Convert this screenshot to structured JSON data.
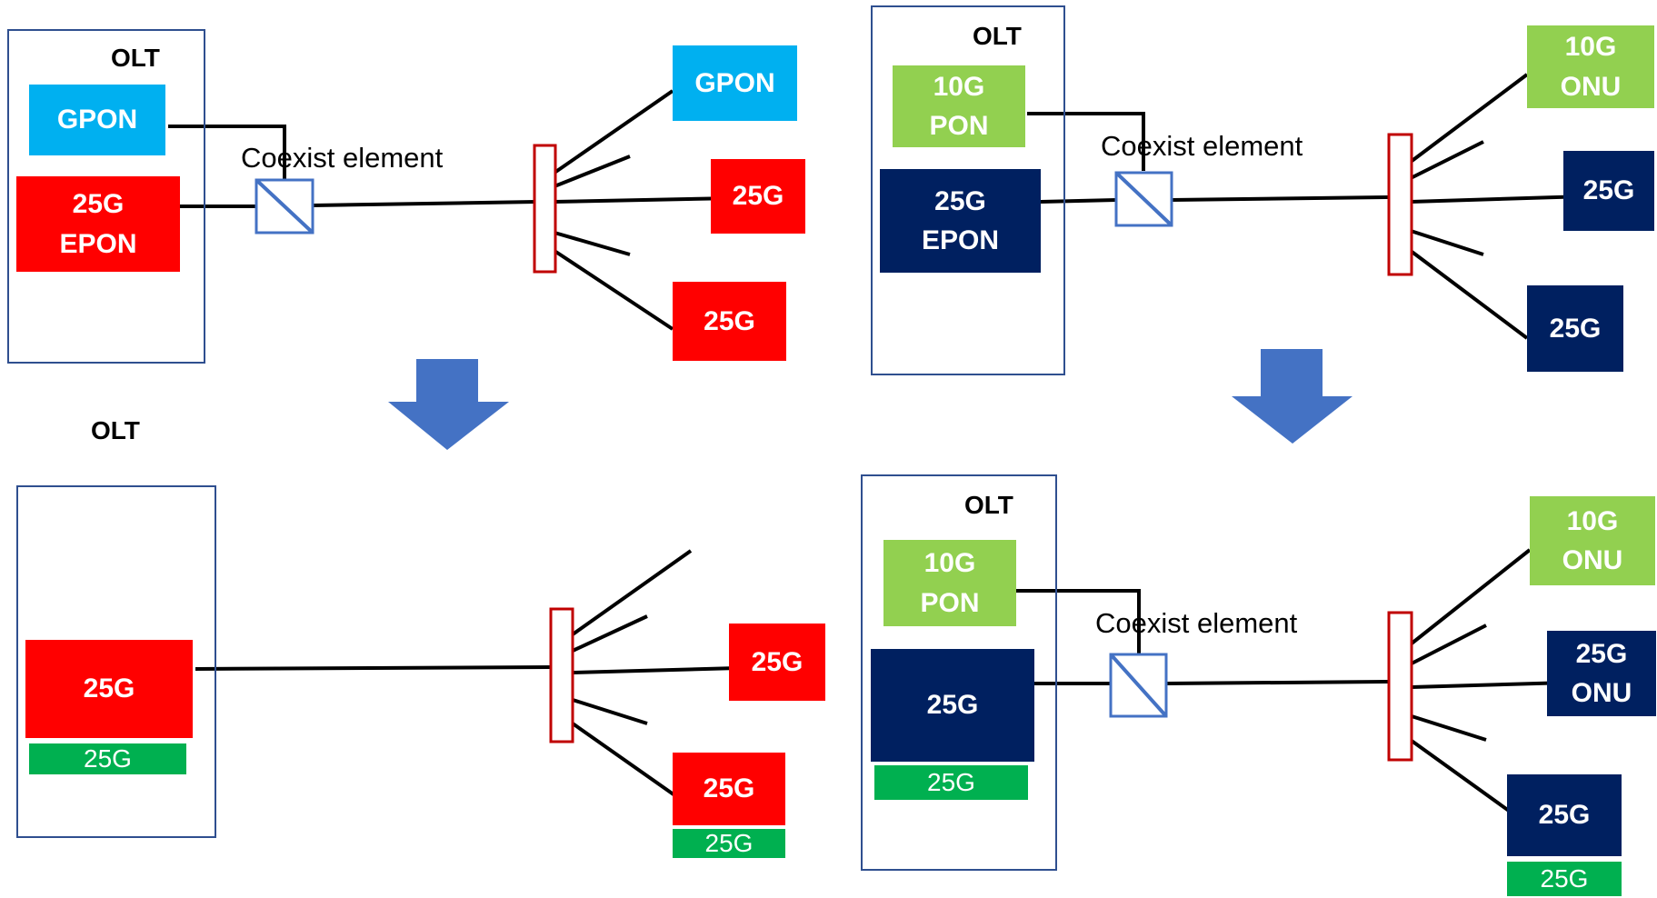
{
  "colors": {
    "gpon": "#00b0f0",
    "epon_25g": "#ff0000",
    "pon_10g": "#92d050",
    "navy_25g": "#002060",
    "green_25g": "#00b050",
    "olt_border": "#2f4f8f",
    "splitter_border": "#c00000",
    "arrow": "#4472c4",
    "fiber": "#000000"
  },
  "panels": {
    "top_left": {
      "olt_label": "OLT",
      "gpon": "GPON",
      "epon": "25G\nEPON",
      "coexist": "Coexist element",
      "onu_gpon": "GPON",
      "onu_25g_a": "25G",
      "onu_25g_b": "25G"
    },
    "top_right": {
      "olt_label": "OLT",
      "pon_10g": "10G\nPON",
      "epon": "25G\nEPON",
      "coexist": "Coexist element",
      "onu_10g": "10G\nONU",
      "onu_25g_a": "25G",
      "onu_25g_b": "25G"
    },
    "bottom_left": {
      "olt_label": "OLT",
      "olt_25g": "25G",
      "olt_25g_sub": "25G",
      "onu_25g_a": "25G",
      "onu_25g_b": "25G",
      "onu_25g_b_sub": "25G"
    },
    "bottom_right": {
      "olt_label": "OLT",
      "pon_10g": "10G\nPON",
      "olt_25g": "25G",
      "olt_25g_sub": "25G",
      "coexist": "Coexist element",
      "onu_10g": "10G\nONU",
      "onu_25g_onu": "25G\nONU",
      "onu_25g_b": "25G",
      "onu_25g_b_sub": "25G"
    }
  }
}
